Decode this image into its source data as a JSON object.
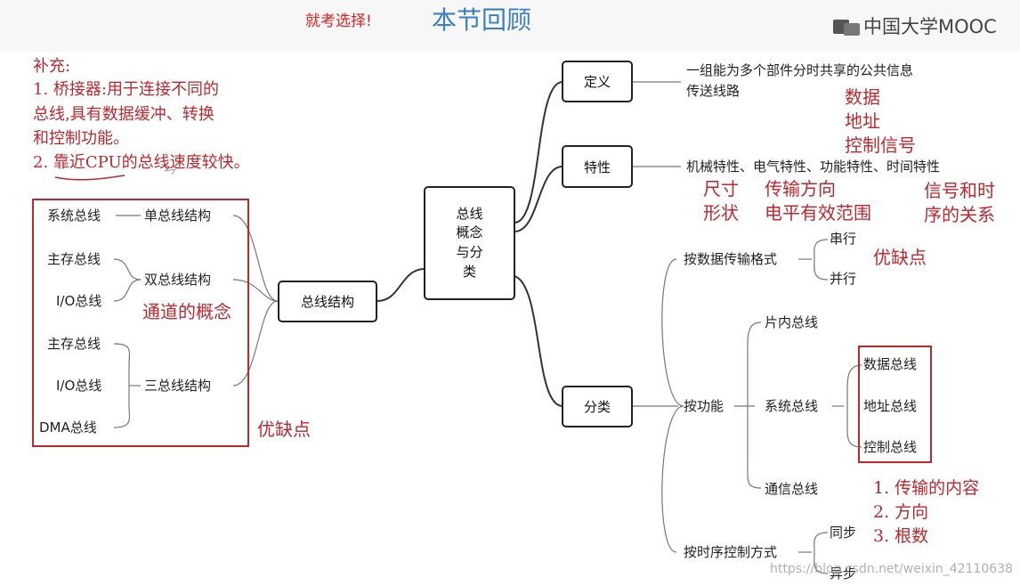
{
  "header": {
    "note": "就考选择!",
    "title": "本节回顾",
    "brand": "中国大学MOOC",
    "brand_icon": "mooc-logo-icon"
  },
  "supplement": {
    "line1": "补充:",
    "line2": "1. 桥接器:用于连接不同的",
    "line3": "总线,具有数据缓冲、转换",
    "line4": "和控制功能。",
    "line5": "2. 靠近CPU的总线速度较快。"
  },
  "center": {
    "label": "总线\n概念\n与分\n类"
  },
  "definition": {
    "node": "定义",
    "text1": "一组能为多个部件分时共享的公共信息",
    "text2": "传送线路",
    "note1": "数据",
    "note2": "地址",
    "note3": "控制信号"
  },
  "characteristics": {
    "node": "特性",
    "text": "机械特性、电气特性、功能特性、时间特性",
    "note1a": "尺寸",
    "note1b": "形状",
    "note2a": "传输方向",
    "note2b": "电平有效范围",
    "note3a": "信号和时",
    "note3b": "序的关系"
  },
  "structure": {
    "node": "总线结构",
    "single": {
      "bus": "系统总线",
      "name": "单总线结构"
    },
    "dual": {
      "bus1": "主存总线",
      "bus2": "I/O总线",
      "name": "双总线结构",
      "note": "通道的概念"
    },
    "triple": {
      "bus1": "主存总线",
      "bus2": "I/O总线",
      "bus3": "DMA总线",
      "name": "三总线结构"
    },
    "note": "优缺点"
  },
  "classification": {
    "node": "分类",
    "by_format": {
      "label": "按数据传输格式",
      "opt1": "串行",
      "opt2": "并行",
      "note": "优缺点"
    },
    "by_function": {
      "label": "按功能",
      "onchip": "片内总线",
      "system": "系统总线",
      "data": "数据总线",
      "address": "地址总线",
      "control": "控制总线",
      "comm": "通信总线",
      "note1": "1. 传输的内容",
      "note2": "2. 方向",
      "note3": "3. 根数"
    },
    "by_timing": {
      "label": "按时序控制方式",
      "opt1": "同步",
      "opt2": "异步"
    }
  },
  "watermark": "https://blog.csdn.net/weixin_42110638",
  "colors": {
    "annotation_red": "#c0272d",
    "title_blue": "#3a7fc1",
    "line": "#333333"
  }
}
